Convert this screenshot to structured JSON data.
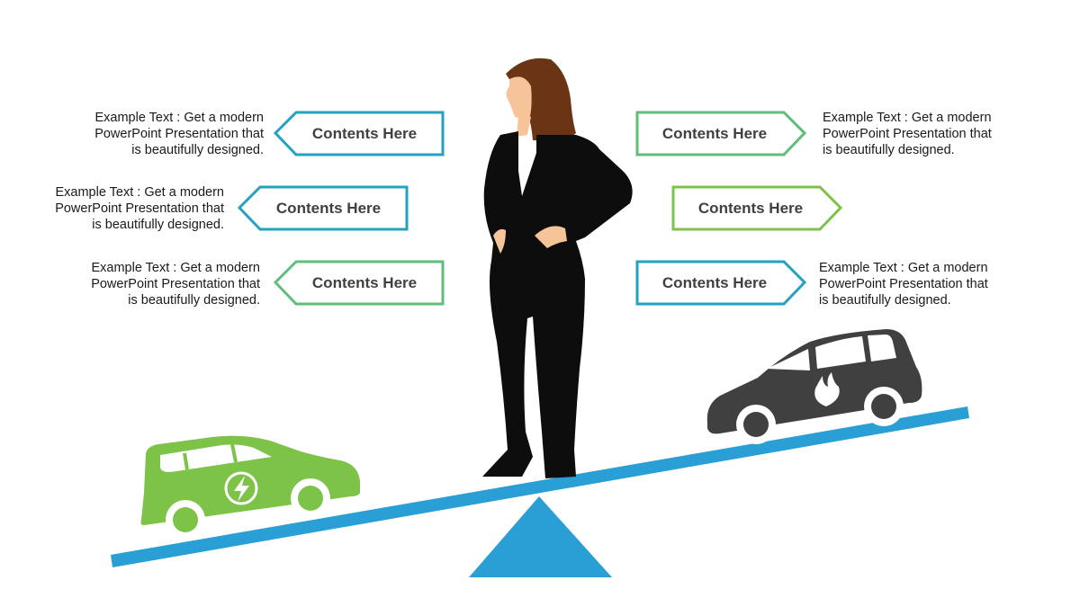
{
  "colors": {
    "teal": "#25a2c0",
    "green": "#5fbf7a",
    "lime": "#7cc348",
    "beam": "#2a9fd6",
    "ev_car": "#7cc348",
    "gas_car": "#404040",
    "suit": "#0d0d0d",
    "hair": "#6b3415",
    "skin": "#f7c49a"
  },
  "left_items": [
    {
      "label": "Contents Here",
      "color": "teal",
      "desc": [
        "Example Text : Get a modern",
        "PowerPoint  Presentation that",
        "is beautifully designed."
      ]
    },
    {
      "label": "Contents Here",
      "color": "teal",
      "desc": [
        "Example Text : Get a modern",
        "PowerPoint  Presentation that",
        "is beautifully designed."
      ]
    },
    {
      "label": "Contents Here",
      "color": "green",
      "desc": [
        "Example Text : Get a modern",
        "PowerPoint  Presentation that",
        "is beautifully designed."
      ]
    }
  ],
  "right_items": [
    {
      "label": "Contents Here",
      "color": "green",
      "desc": [
        "Example Text : Get a modern",
        "PowerPoint  Presentation that",
        "is beautifully designed."
      ]
    },
    {
      "label": "Contents Here",
      "color": "lime",
      "desc": []
    },
    {
      "label": "Contents Here",
      "color": "teal",
      "desc": [
        "Example Text : Get a modern",
        "PowerPoint  Presentation that",
        "is beautifully designed."
      ]
    }
  ],
  "icons": {
    "ev_car": "electric-car-icon",
    "gas_car": "gas-car-icon",
    "lightning": "lightning-icon",
    "flame": "flame-icon",
    "woman": "businesswoman-silhouette",
    "seesaw": "seesaw-balance"
  }
}
